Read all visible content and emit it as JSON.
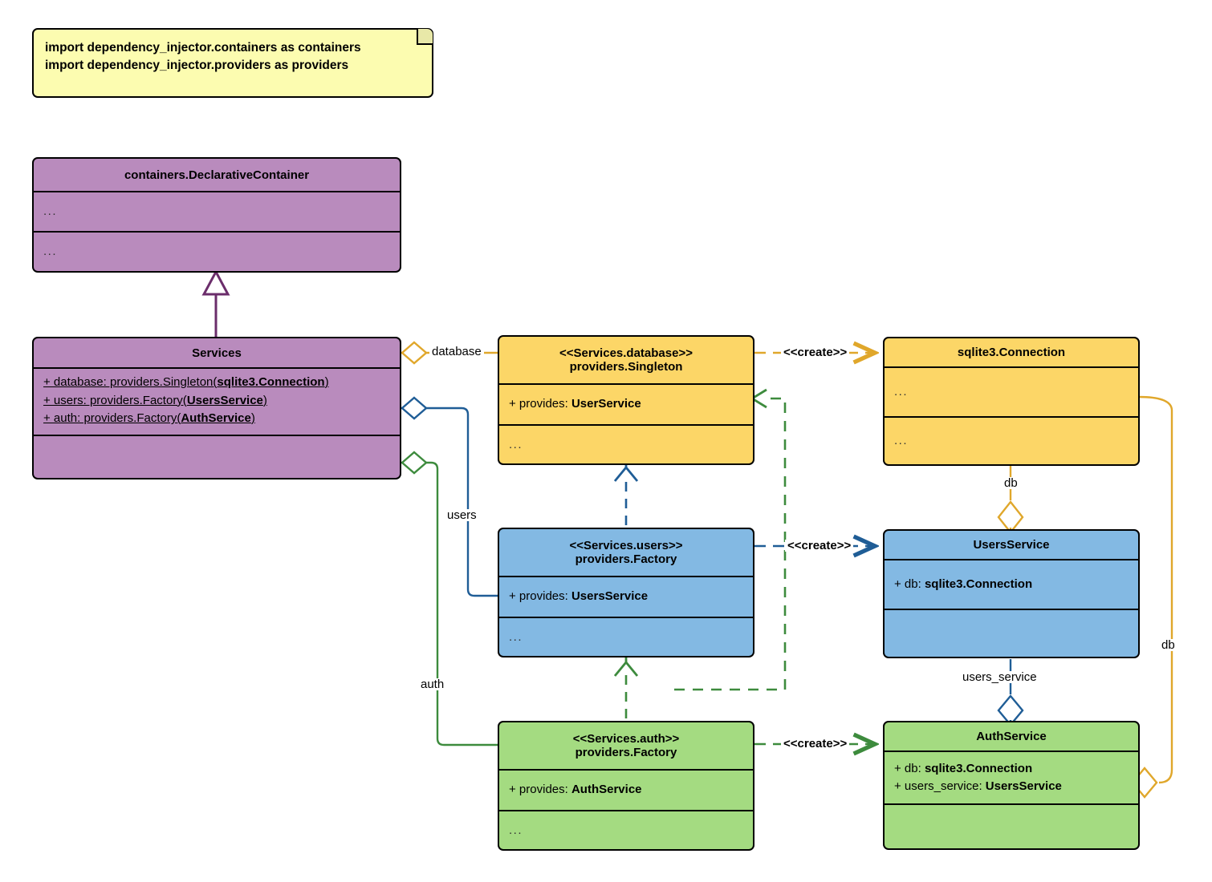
{
  "diagram": {
    "title": "dependency_injector containers and providers UML class diagram",
    "type": "uml-class-diagram"
  },
  "note": {
    "name": "imports-note",
    "lines": [
      "import dependency_injector.containers as containers",
      "import dependency_injector.providers as providers"
    ]
  },
  "colors": {
    "purple": "#b98bbd",
    "yellow": "#fcd667",
    "blue": "#83b9e3",
    "green": "#a4db81",
    "purple_line": "#6b2d6b",
    "yellow_line": "#e0a72b",
    "blue_line": "#1f5d96",
    "green_line": "#3d8b3d",
    "note_fill": "#fcfcb0",
    "stroke": "#000000"
  },
  "classes": {
    "declarative_container": {
      "title": "containers.DeclarativeContainer",
      "attributes": [
        "..."
      ],
      "methods": [
        "..."
      ]
    },
    "services": {
      "title": "Services",
      "attributes": [
        "+ database: providers.Singleton(sqlite3.Connection)",
        "+ users: providers.Factory(UsersService)",
        "+ auth: providers.Factory(AuthService)"
      ],
      "attributes_parts": [
        {
          "plain": "+ database: providers.Singleton(",
          "bold": "sqlite3.Connection",
          "tail": ")"
        },
        {
          "plain": "+ users: providers.Factory(",
          "bold": "UsersService",
          "tail": ")"
        },
        {
          "plain": "+ auth: providers.Factory(",
          "bold": "AuthService",
          "tail": ")"
        }
      ],
      "methods": []
    },
    "services_database": {
      "stereotype": "<<Services.database>>",
      "title": "providers.Singleton",
      "attr_plain": "+ provides: ",
      "attr_bold": "UserService",
      "methods": [
        "..."
      ]
    },
    "services_users": {
      "stereotype": "<<Services.users>>",
      "title": "providers.Factory",
      "attr_plain": "+ provides: ",
      "attr_bold": "UsersService",
      "methods": [
        "..."
      ]
    },
    "services_auth": {
      "stereotype": "<<Services.auth>>",
      "title": "providers.Factory",
      "attr_plain": "+ provides: ",
      "attr_bold": "AuthService",
      "methods": [
        "..."
      ]
    },
    "sqlite_connection": {
      "title": "sqlite3.Connection",
      "attributes": [
        "..."
      ],
      "methods": [
        "..."
      ]
    },
    "users_service": {
      "title": "UsersService",
      "attr_plain": "+ db: ",
      "attr_bold": "sqlite3.Connection",
      "methods": []
    },
    "auth_service": {
      "title": "AuthService",
      "attrs_parts": [
        {
          "plain": "+ db: ",
          "bold": "sqlite3.Connection"
        },
        {
          "plain": "+ users_service: ",
          "bold": "UsersService"
        }
      ],
      "methods": []
    }
  },
  "edges": {
    "labels": {
      "database": "database",
      "users": "users",
      "auth": "auth",
      "db_top": "db",
      "db_right": "db",
      "users_service": "users_service",
      "create_1": "<<create>>",
      "create_2": "<<create>>",
      "create_3": "<<create>>"
    }
  }
}
